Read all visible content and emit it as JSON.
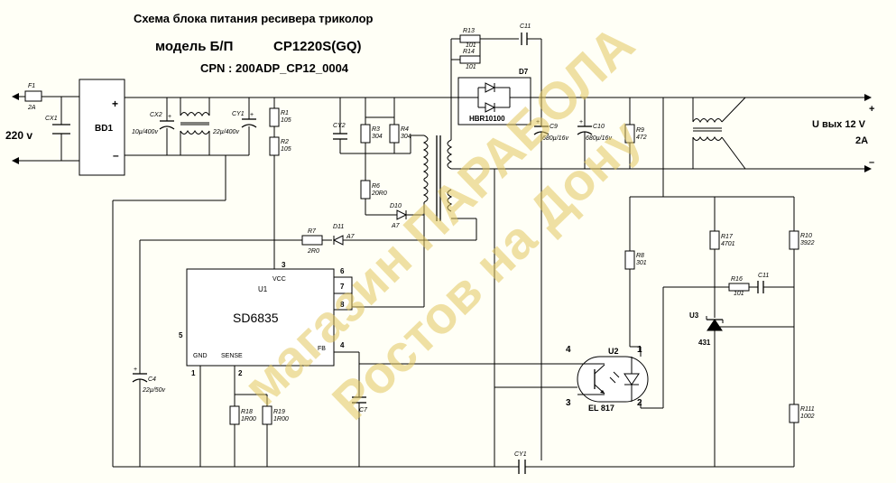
{
  "title": {
    "line1": "Схема блока питания ресивера триколор",
    "model_label": "модель Б/П",
    "model_value": "CP1220S(GQ)",
    "cpn": "CPN : 200ADP_CP12_0004"
  },
  "input": {
    "voltage": "220 v",
    "fuse_name": "F1",
    "fuse_value": "2A",
    "cx1": "CX1"
  },
  "bridge": {
    "name": "BD1",
    "plus": "+",
    "minus": "–"
  },
  "caps": {
    "cx2_name": "CX2",
    "cx2_value": "10µ/400v",
    "cy1_name": "CY1",
    "cy1_value": "22µ/400v",
    "cy2_name": "CY2",
    "c4_name": "C4",
    "c4_value": "22µ/50v",
    "c7_name": "C7",
    "c9_name": "C9",
    "c9_value": "680µ/16v",
    "c10_name": "C10",
    "c10_value": "680µ/16v",
    "c11_top": "C11",
    "c11_mid": "C11",
    "cy1b_name": "CY1"
  },
  "resistors": {
    "r1_name": "R1",
    "r1_value": "105",
    "r2_name": "R2",
    "r2_value": "105",
    "r3_name": "R3",
    "r3_value": "304",
    "r4_name": "R4",
    "r4_value": "304",
    "r6_name": "R6",
    "r6_value": "20R0",
    "r7_name": "R7",
    "r7_value": "2R0",
    "r8_name": "R8",
    "r8_value": "301",
    "r9_name": "R9",
    "r9_value": "472",
    "r10_name": "R10",
    "r10_value": "3922",
    "r13_name": "R13",
    "r13_value": "101",
    "r14_name": "R14",
    "r14_value": "101",
    "r16_name": "R16",
    "r16_value": "101",
    "r17_name": "R17",
    "r17_value": "4701",
    "r18_name": "R18",
    "r18_value": "1R00",
    "r19_name": "R19",
    "r19_value": "1R00",
    "r111_name": "R111",
    "r111_value": "1002"
  },
  "diodes": {
    "d10_name": "D10",
    "d10_value": "A7",
    "d11_name": "D11",
    "d11_value": "A7",
    "d7_name": "D7",
    "d7_value": "HBR10100"
  },
  "ic": {
    "name": "U1",
    "part": "SD6835",
    "vcc": "VCC",
    "gnd": "GND",
    "sense": "SENSE",
    "fb": "FB",
    "pin1": "1",
    "pin2": "2",
    "pin3": "3",
    "pin4": "4",
    "pin5": "5",
    "pin6": "6",
    "pin7": "7",
    "pin8": "8"
  },
  "opto": {
    "name": "U2",
    "part": "EL 817",
    "pin1": "1",
    "pin2": "2",
    "pin3": "3",
    "pin4": "4"
  },
  "shunt": {
    "name": "U3",
    "part": "431"
  },
  "output": {
    "label": "U вых 12 V",
    "current": "2A",
    "plus": "+",
    "minus": "–"
  },
  "watermark": {
    "line1": "магазин ПАРАБОЛА",
    "line2": "Ростов на Дону"
  }
}
